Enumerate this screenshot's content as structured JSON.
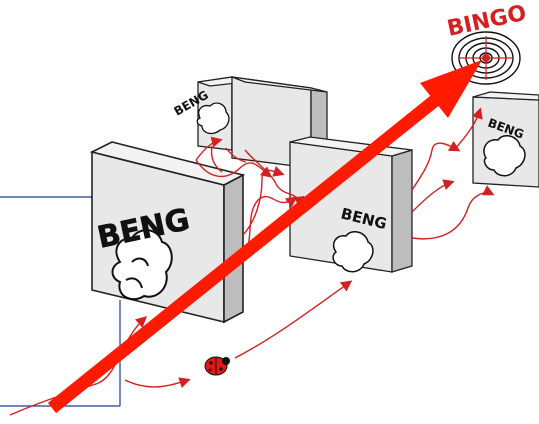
{
  "labels": {
    "bingo": "BINGO",
    "beng_large": "BENG",
    "beng_top": "BENG",
    "beng_middle": "BENG",
    "beng_right": "BENG"
  },
  "colors": {
    "arrow": "#ff1a00",
    "path": "#d42020",
    "frame": "#1f3a93",
    "wall_front": "#e6e6e6",
    "wall_side": "#bdbdbd",
    "ink": "#111111"
  },
  "icons": [
    "target-icon",
    "ladybug-icon",
    "fist-icon"
  ]
}
